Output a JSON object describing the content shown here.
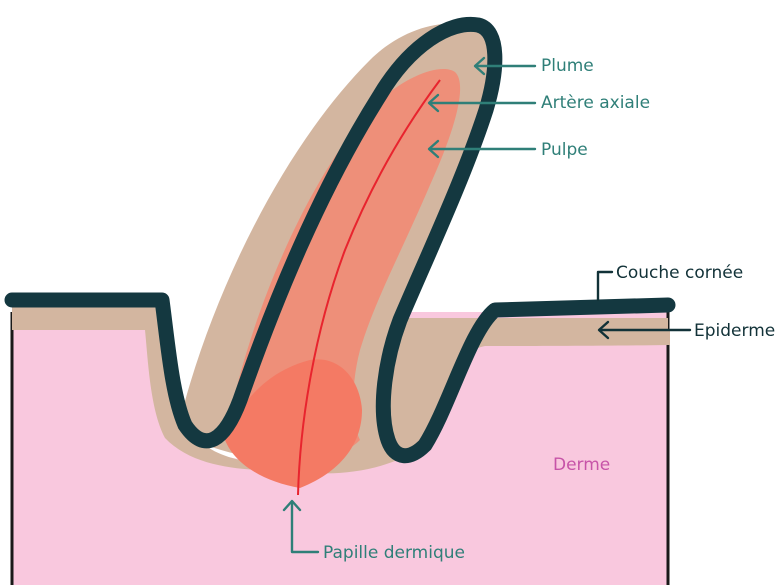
{
  "labels": {
    "plume": "Plume",
    "artere_axiale": "Artère axiale",
    "pulpe": "Pulpe",
    "couche_cornee": "Couche cornée",
    "epiderme": "Epiderme",
    "derme": "Derme",
    "papille_dermique": "Papille dermique"
  },
  "colors": {
    "derme": "#f9c8de",
    "epiderme": "#d3b6a0",
    "couche_cornee": "#143840",
    "pulpe": "#ee8f79",
    "papille": "#f47a64",
    "artere": "#e8242e",
    "label_teal": "#2f7f78",
    "label_dark": "#123238",
    "label_pink": "#c754a8"
  }
}
